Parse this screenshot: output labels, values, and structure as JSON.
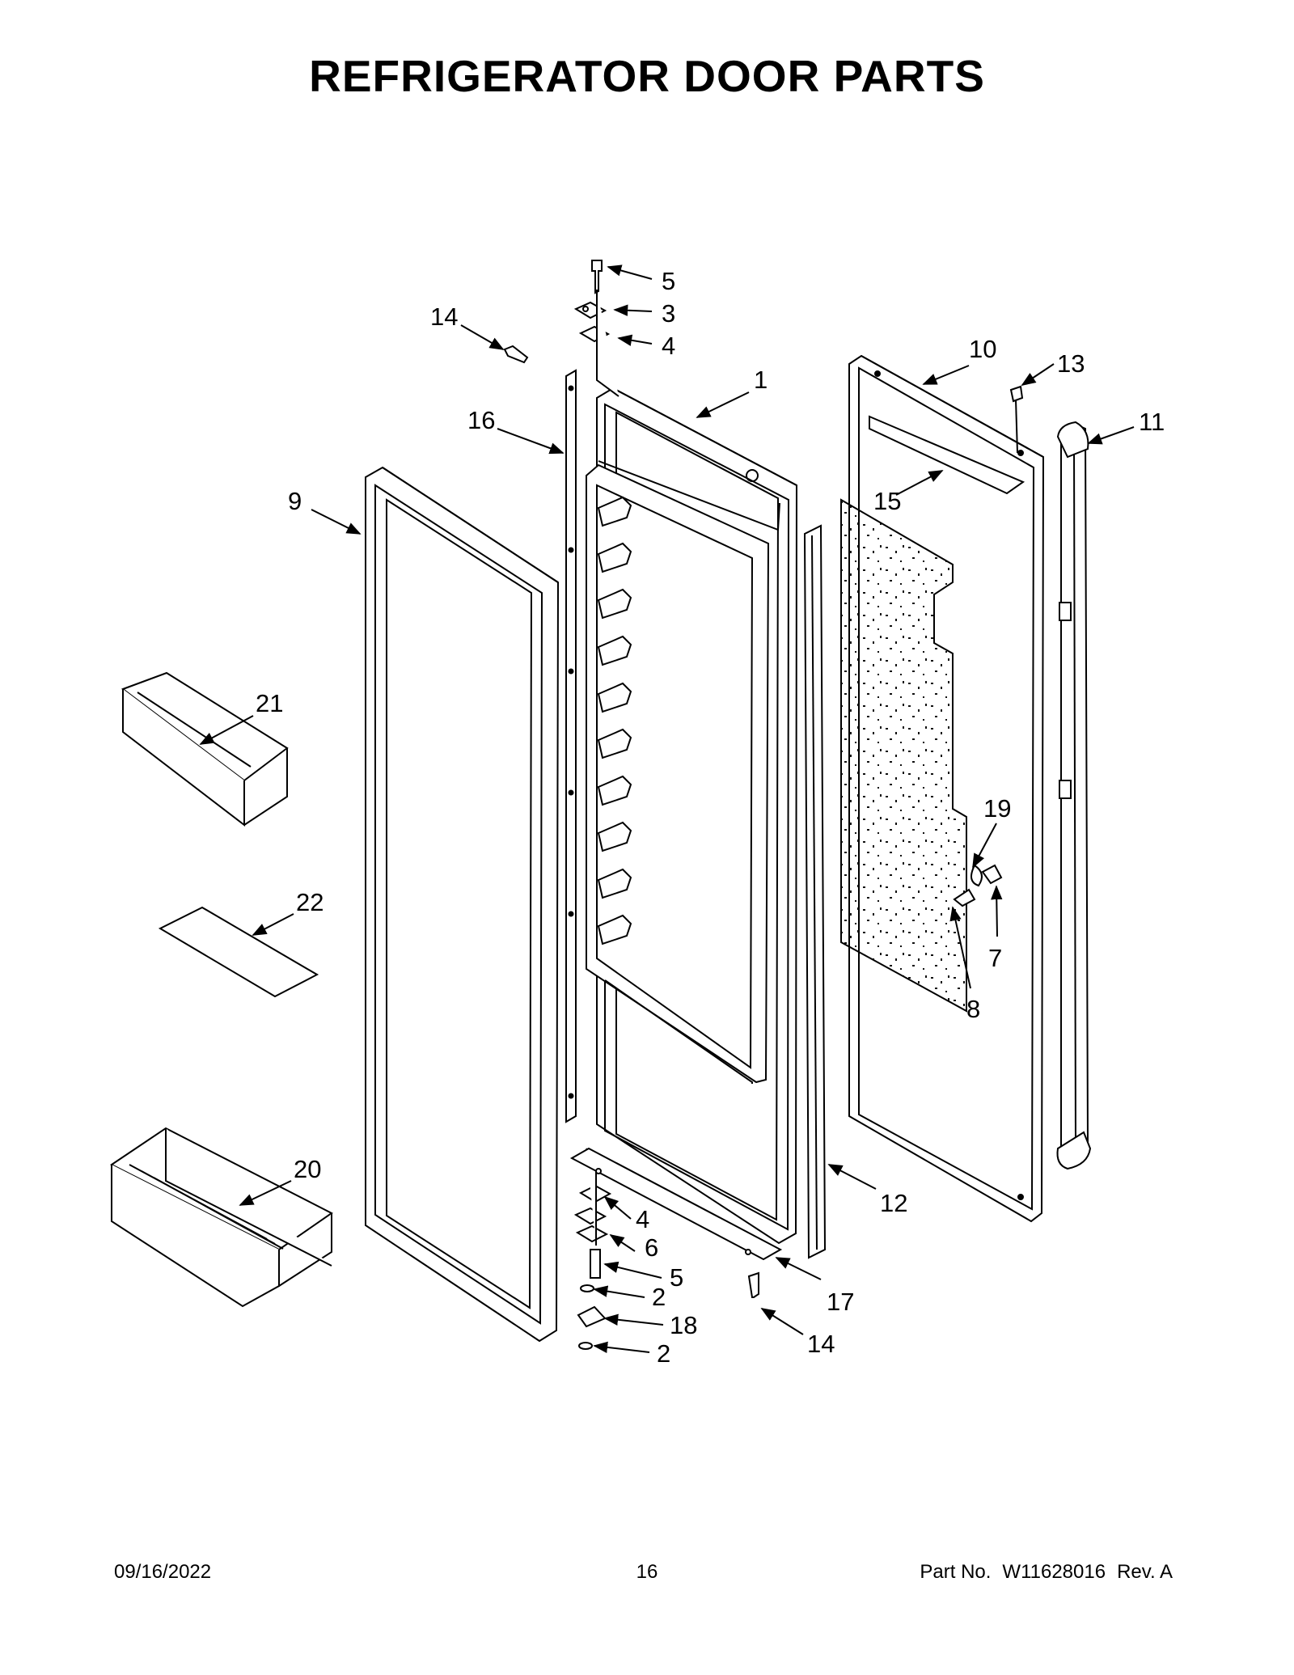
{
  "page": {
    "title": "REFRIGERATOR DOOR PARTS",
    "footer": {
      "date": "09/16/2022",
      "page_number": "16",
      "part_no_label": "Part No.",
      "part_no": "W11628016",
      "revision": "Rev.  A"
    }
  },
  "callouts": [
    "5",
    "3",
    "4",
    "14",
    "1",
    "10",
    "13",
    "11",
    "16",
    "9",
    "15",
    "21",
    "19",
    "22",
    "7",
    "8",
    "20",
    "12",
    "4",
    "6",
    "5",
    "2",
    "18",
    "2",
    "17",
    "14"
  ]
}
